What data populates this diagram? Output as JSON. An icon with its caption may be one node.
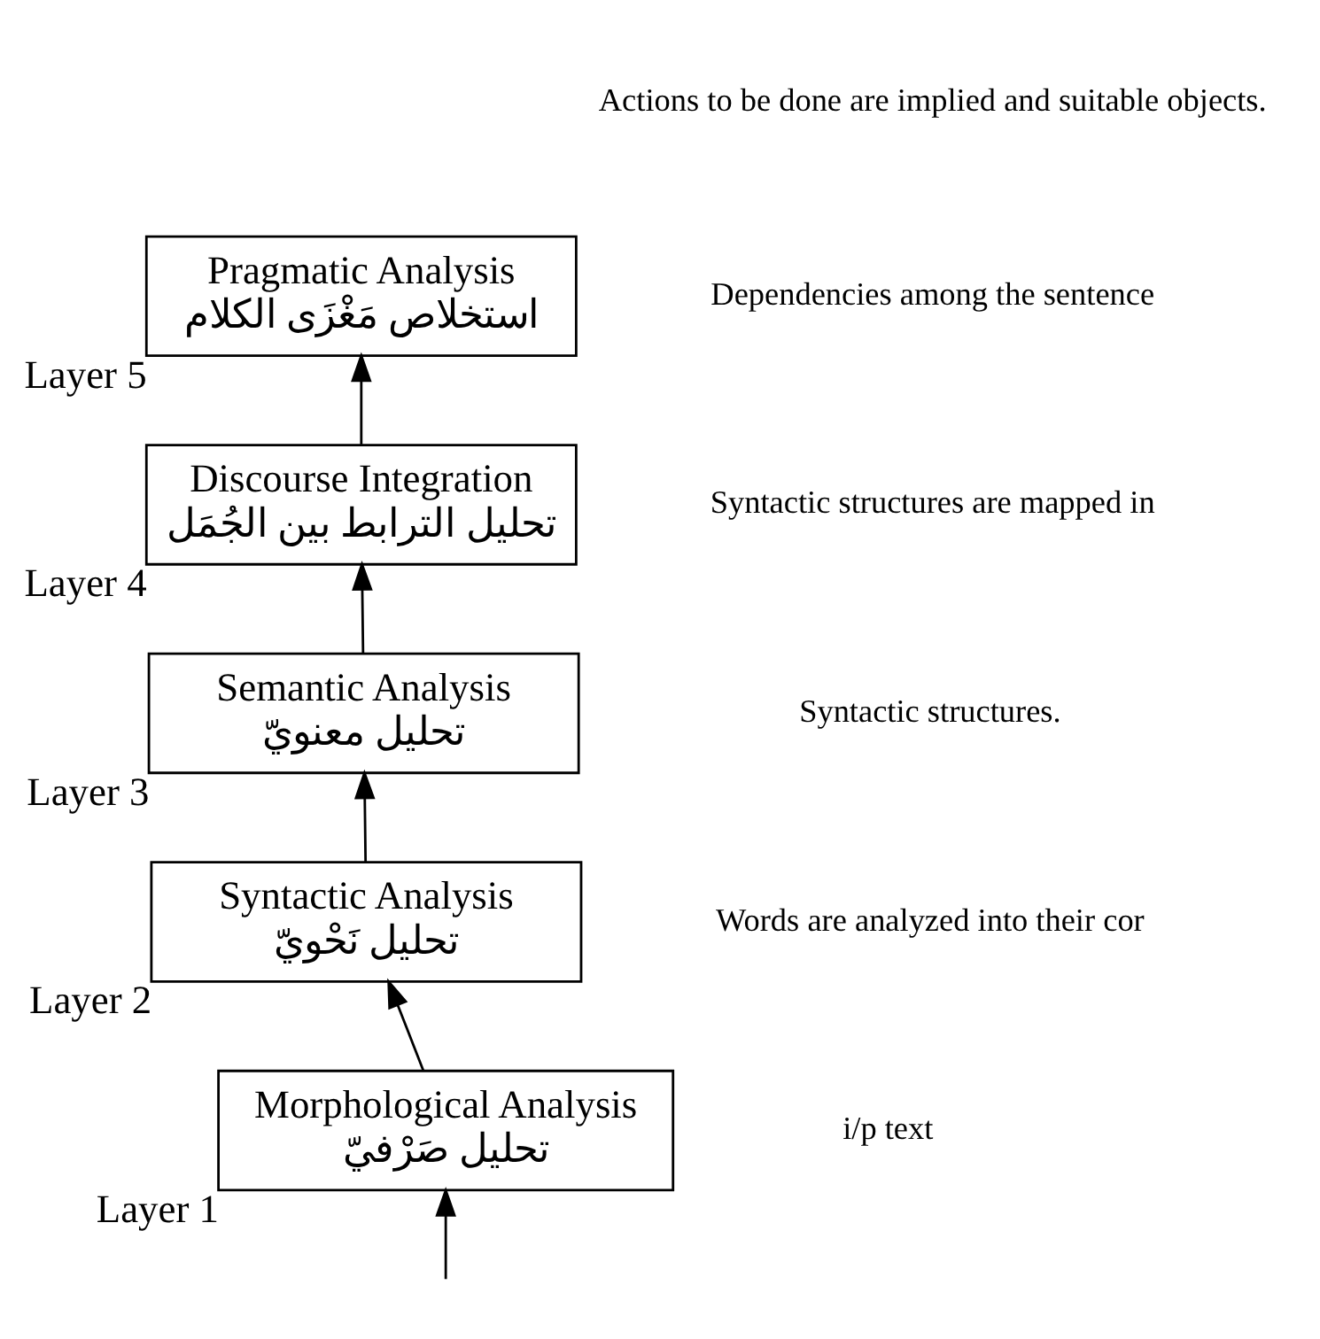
{
  "diagram": {
    "nodes": [
      {
        "text": [
          "Pragmatic Analysis",
          "استخلاص مَغْزَى الكلام"
        ],
        "beside": [
          "Layer 5"
        ]
      },
      {
        "text": [
          "Discourse Integration",
          "تحليل الترابط بين الجُمَل"
        ],
        "beside": [
          "Layer 4"
        ]
      },
      {
        "text": [
          "Semantic Analysis",
          "تحليل معنويّ"
        ],
        "beside": [
          "Layer 3"
        ]
      },
      {
        "text": [
          "Syntactic Analysis",
          "تحليل نَحْويّ"
        ],
        "beside": [
          "Layer 2"
        ]
      },
      {
        "text": [
          "Morphological Analysis",
          "تحليل صَرْفيّ"
        ],
        "beside": [
          "Layer 1"
        ]
      }
    ],
    "edges": [
      {
        "from": null,
        "to": 4,
        "arrow": "to"
      },
      {
        "from": 4,
        "to": 3,
        "arrow": "to"
      },
      {
        "from": 3,
        "to": 2,
        "arrow": "to"
      },
      {
        "from": 2,
        "to": 1,
        "arrow": "to"
      },
      {
        "from": 1,
        "to": 0,
        "arrow": "to"
      }
    ],
    "labels": [
      "Actions to be done are implied and suitable objects.",
      "Dependencies among the sentence",
      "Syntactic structures are mapped in",
      "Syntactic structures.",
      "Words are analyzed into their cor",
      "i/p text"
    ]
  }
}
